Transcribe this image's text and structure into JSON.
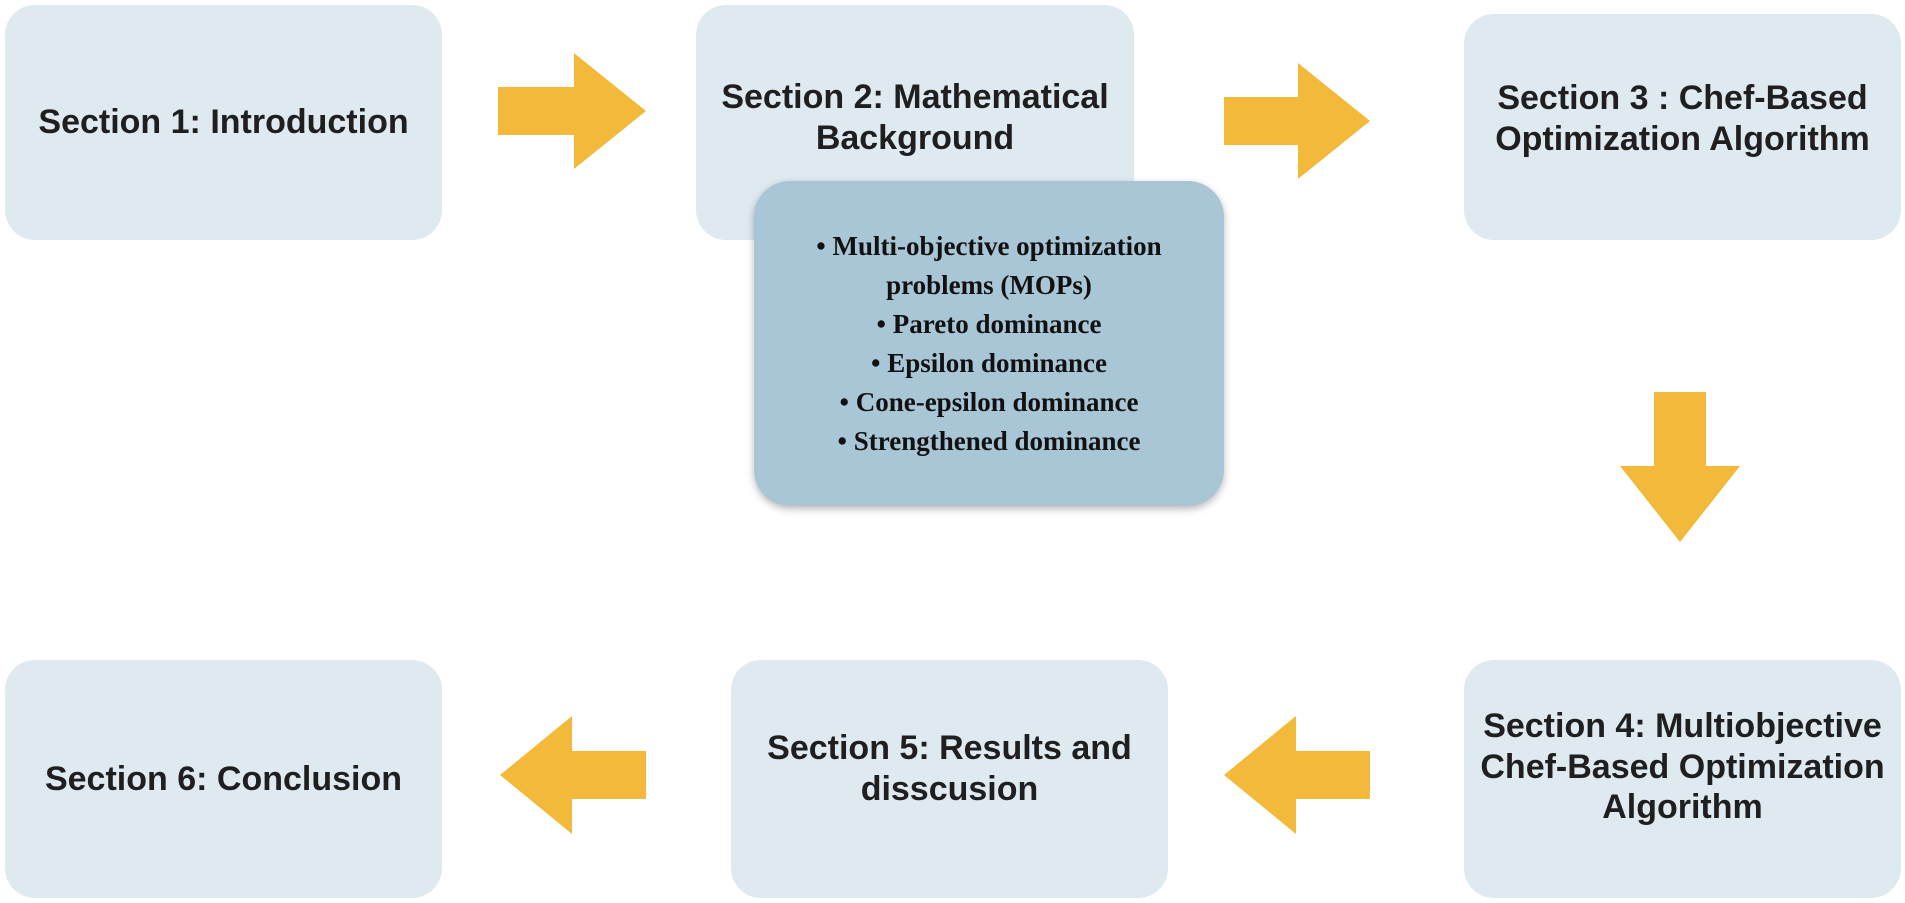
{
  "colors": {
    "box_fill": "#dfe9f0",
    "detail_fill": "#a9c6d6",
    "arrow": "#f3b93a",
    "text": "#1f1f1f"
  },
  "sections": {
    "s1": "Section 1: Introduction",
    "s2": "Section 2: Mathematical Background",
    "s3": "Section 3 : Chef-Based Optimization Algorithm",
    "s4": "Section 4: Multiobjective Chef-Based Optimization Algorithm",
    "s5": "Section 5: Results and disscusion",
    "s6": "Section 6: Conclusion"
  },
  "background_topics": [
    "Multi-objective optimization problems (MOPs)",
    "Pareto dominance",
    "Epsilon dominance",
    "Cone-epsilon dominance",
    "Strengthened dominance"
  ]
}
